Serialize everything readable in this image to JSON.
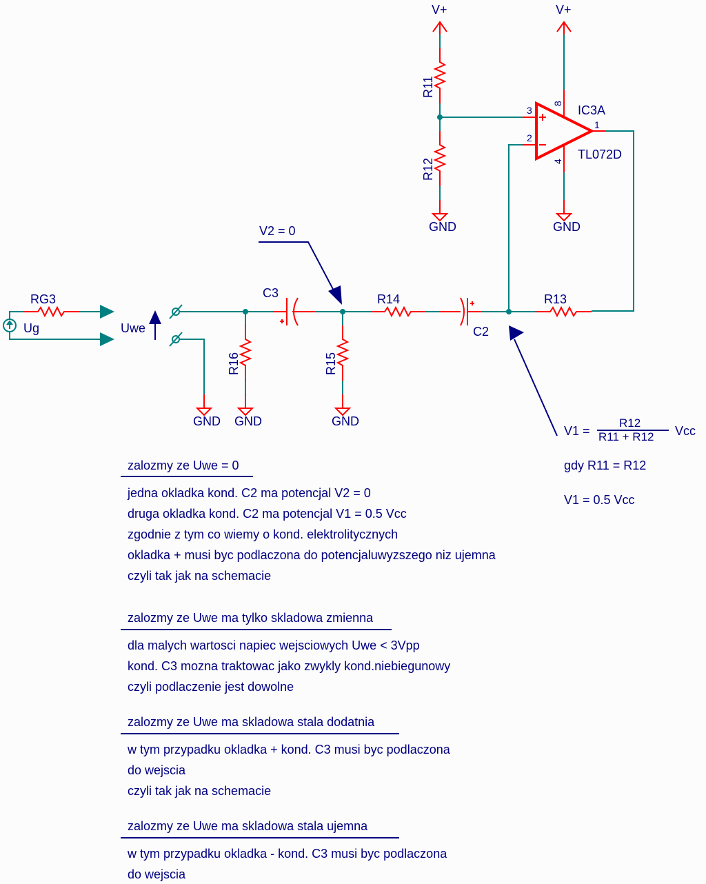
{
  "schematic": {
    "power_top_left": "V+",
    "power_top_right": "V+",
    "r11": "R11",
    "r12": "R12",
    "gnd_r12": "GND",
    "opamp_name": "IC3A",
    "opamp_part": "TL072D",
    "pin_3": "3",
    "pin_2": "2",
    "pin_8": "8",
    "pin_4": "4",
    "pin_1": "1",
    "gnd_opamp": "GND",
    "rg3": "RG3",
    "ug": "Ug",
    "uwe": "Uwe",
    "gnd_input": "GND",
    "r16": "R16",
    "gnd_r16": "GND",
    "c3": "C3",
    "c3_plus": "+",
    "v2_annotation": "V2 = 0",
    "r15": "R15",
    "gnd_r15": "GND",
    "r14": "R14",
    "c2": "C2",
    "c2_plus": "+",
    "r13": "R13"
  },
  "formula": {
    "lhs": "V1 =",
    "numerator": "R12",
    "denominator": "R11 + R12",
    "suffix": "Vcc",
    "condition": "gdy R11 = R12",
    "result": "V1 = 0.5 Vcc"
  },
  "sections": [
    {
      "heading": "zalozmy ze Uwe = 0",
      "lines": [
        "jedna okladka kond. C2 ma potencjal V2 = 0",
        "druga okladka kond. C2 ma potencjal V1 = 0.5 Vcc",
        "zgodnie z tym co wiemy o kond. elektrolitycznych",
        "okladka + musi byc podlaczona do potencjaluwyzszego niz ujemna",
        "czyli tak jak na schemacie"
      ]
    },
    {
      "heading": "zalozmy ze Uwe ma tylko skladowa zmienna",
      "lines": [
        "dla malych wartosci napiec wejsciowych  Uwe < 3Vpp",
        "kond. C3 mozna traktowac jako zwykly kond.niebiegunowy",
        "czyli podlaczenie jest dowolne"
      ]
    },
    {
      "heading": "zalozmy ze Uwe ma skladowa stala dodatnia",
      "lines": [
        "w tym przypadku okladka + kond. C3 musi byc podlaczona",
        "do wejscia",
        "czyli tak jak na schemacie"
      ]
    },
    {
      "heading": "zalozmy ze Uwe ma skladowa stala ujemna",
      "lines": [
        "w tym przypadku okladka - kond. C3 musi byc podlaczona",
        "do wejscia"
      ]
    }
  ]
}
